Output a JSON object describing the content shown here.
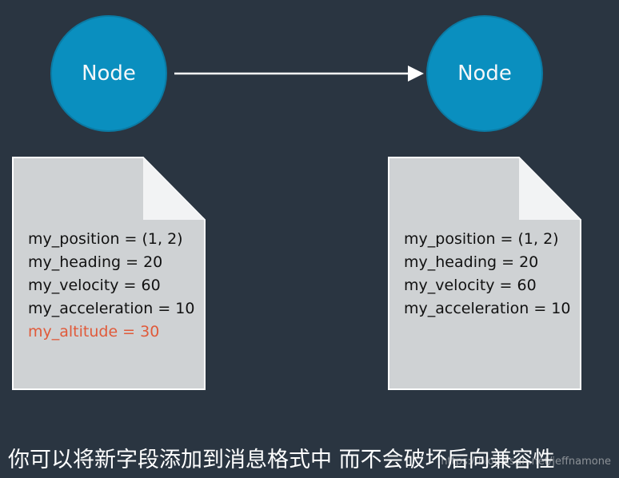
{
  "nodes": {
    "left_label": "Node",
    "right_label": "Node"
  },
  "doc_left": {
    "lines": [
      "my_position = (1, 2)",
      "my_heading = 20",
      "my_velocity = 60",
      "my_acceleration = 10",
      "my_altitude = 30"
    ],
    "highlight_color": "#e05a3a"
  },
  "doc_right": {
    "lines": [
      "my_position = (1, 2)",
      "my_heading = 20",
      "my_velocity = 60",
      "my_acceleration = 10"
    ]
  },
  "subtitle": "你可以将新字段添加到消息格式中 而不会破坏后向兼容性",
  "watermark": "https://blog.csdn.net/jeffnamone",
  "colors": {
    "background": "#2a3541",
    "node_fill": "#0a8fbf",
    "document_fill": "#cfd2d4",
    "arrow": "#ffffff"
  }
}
